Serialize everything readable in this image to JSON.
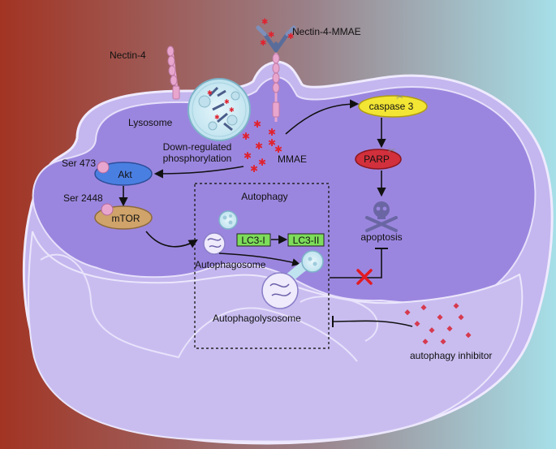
{
  "labels": {
    "nectin4": "Nectin-4",
    "nectin4_mmae": "Nectin-4-MMAE",
    "lysosome": "Lysosome",
    "down_regulated_1": "Down-regulated",
    "down_regulated_2": "phosphorylation",
    "mmae": "MMAE",
    "ser473": "Ser 473",
    "akt": "Akt",
    "ser2448": "Ser 2448",
    "mtor": "mTOR",
    "autophagy": "Autophagy",
    "lc3_1": "LC3-I",
    "lc3_2": "LC3-II",
    "autophagosome": "Autophagosome",
    "autophagolysosome": "Autophagolysosome",
    "caspase3": "caspase 3",
    "parp": "PARP",
    "apoptosis": "apoptosis",
    "autophagy_inhibitor": "autophagy inhibitor"
  },
  "colors": {
    "background_left": "#a23423",
    "background_right": "#a6dfe8",
    "cytoplasm": "#9b86df",
    "nucleus": "#c9bdf0",
    "akt_fill": "#4a7fe2",
    "mtor_fill": "#cfa36a",
    "caspase_fill": "#f2e534",
    "parp_fill": "#d2303c",
    "lc3_fill": "#7ddc5a",
    "mmae_marker": "#e0222f",
    "inhibitor_marker": "#d63a4e",
    "block_x": "#e11b22"
  }
}
